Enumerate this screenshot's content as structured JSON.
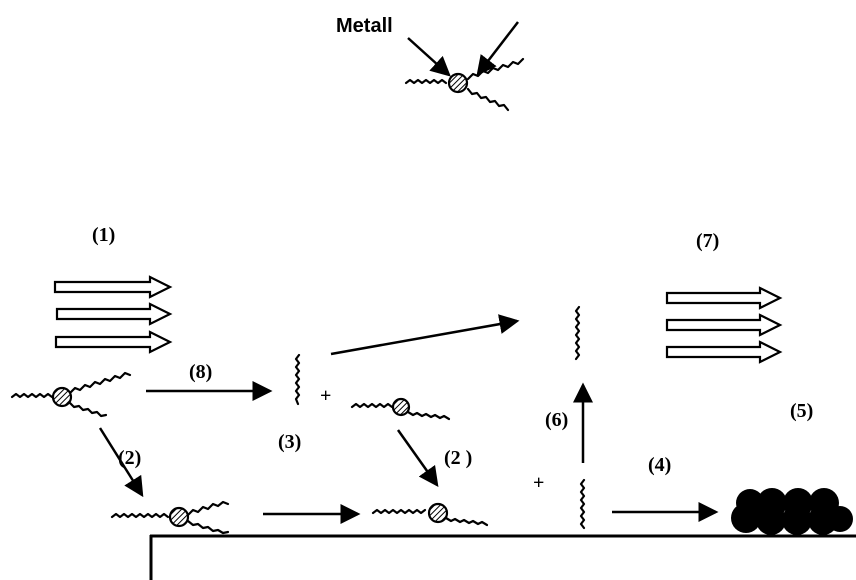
{
  "labels": {
    "metal": "Metall",
    "step1": "(1)",
    "step2a": "(2)",
    "step2b": "(2 )",
    "step3": "(3)",
    "step4": "(4)",
    "step5": "(5)",
    "step6": "(6)",
    "step7": "(7)",
    "step8": "(8)",
    "plus1": "+",
    "plus2": "+"
  }
}
